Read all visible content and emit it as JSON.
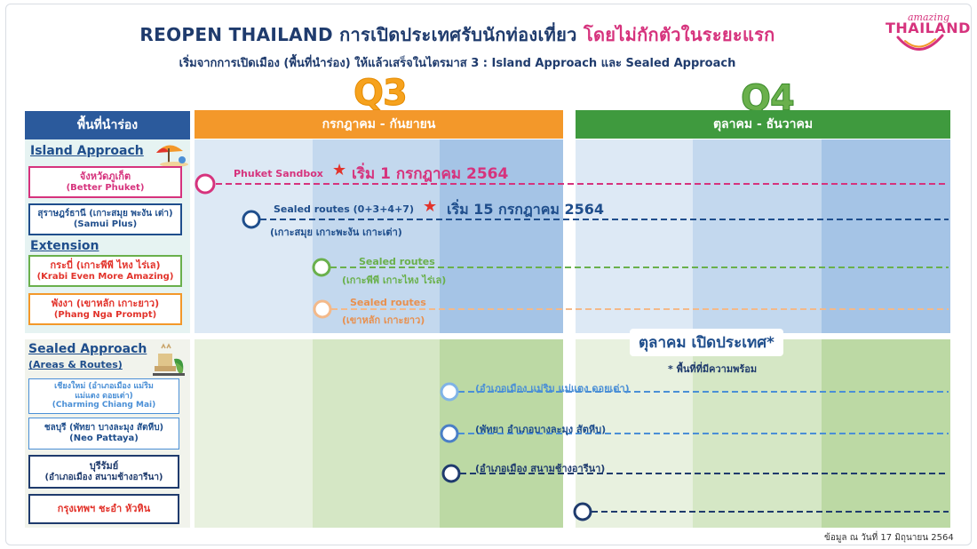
{
  "header": {
    "title_a": "REOPEN THAILAND การเปิดประเทศรับนักท่องเที่ยว",
    "title_b": "โดยไม่กักตัวในระยะแรก",
    "subtitle": "เริ่มจากการเปิดเมือง (พื้นที่นำร่อง) ให้แล้วเสร็จในไตรมาส 3 : Island Approach และ Sealed Approach"
  },
  "logo": {
    "small": "amazing",
    "big": "THAILAND"
  },
  "quarters": {
    "q3": "Q3",
    "q4": "Q4"
  },
  "columns": {
    "pilot": "พื้นที่นำร่อง",
    "q3_months": "กรกฎาคม - กันยายน",
    "q4_months": "ตุลาคม - ธันวาคม"
  },
  "island": {
    "title": "Island Approach",
    "phuket": {
      "main": "จังหวัดภูเก็ต",
      "sub": "(Better Phuket)",
      "color": "#d6337d"
    },
    "samui": {
      "main": "สุราษฎร์ธานี (เกาะสมุย พะงัน เต่า)",
      "sub": "(Samui Plus)",
      "color": "#1f4e8c"
    }
  },
  "extension": {
    "title": "Extension",
    "krabi": {
      "main": "กระบี่ (เกาะพีพี ไหง ไร่เล)",
      "sub": "(Krabi Even More Amazing)",
      "color": "#6ab04c"
    },
    "phangnga": {
      "main": "พังงา (เขาหลัก เกาะยาว)",
      "sub": "(Phang Nga Prompt)",
      "color": "#e2332b"
    }
  },
  "sealed": {
    "title": "Sealed Approach",
    "sub": "(Areas & Routes)",
    "chiangmai": {
      "main": "เชียงใหม่ (อำเภอเมือง แม่ริม",
      "main2": "แม่แตง ดอยเต่า)",
      "sub": "(Charming Chiang Mai)",
      "color": "#4a8fd6"
    },
    "chonburi": {
      "main": "ชลบุรี (พัทยา บางละมุง สัตหีบ)",
      "sub": "(Neo Pattaya)",
      "color": "#1f4e8c"
    },
    "buriram": {
      "main": "บุรีรัมย์",
      "sub": "(อำเภอเมือง สนามช้างอารีนา)",
      "color": "#1f3b6d"
    },
    "bangkok": {
      "main": "กรุงเทพฯ ชะอำ หัวหิน",
      "color": "#e2332b"
    }
  },
  "timeline": {
    "phuket_label": "Phuket Sandbox",
    "phuket_start": "เริ่ม 1 กรกฎาคม 2564",
    "samui_label": "Sealed routes (0+3+4+7)",
    "samui_start": "เริ่ม 15 กรกฎาคม 2564",
    "samui_islands": "(เกาะสมุย เกาะพะงัน เกาะเต่า)",
    "krabi_label": "Sealed routes",
    "krabi_islands": "(เกาะพีพี เกาะไหง ไร่เล)",
    "phangnga_label": "Sealed routes",
    "phangnga_areas": "(เขาหลัก เกาะยาว)",
    "chiangmai_areas": "(อำเภอเมือง แม่ริม แม่แตง ดอยเต่า)",
    "chonburi_areas": "(พัทยา อำเภอบางละมุง สัตหีบ)",
    "buriram_areas": "(อำเภอเมือง สนามช้างอารีนา)",
    "october_open": "ตุลาคม เปิดประเทศ*",
    "october_note": "* พื้นที่ที่มีความพร้อม"
  },
  "footer": "ข้อมูล ณ วันที่ 17 มิถุนายน 2564",
  "colors": {
    "pink": "#d6337d",
    "navy": "#1f4e8c",
    "green": "#6ab04c",
    "orange": "#f3982a",
    "peach": "#f3b98a",
    "light_blue": "#4a8fd6",
    "red": "#e2332b"
  }
}
